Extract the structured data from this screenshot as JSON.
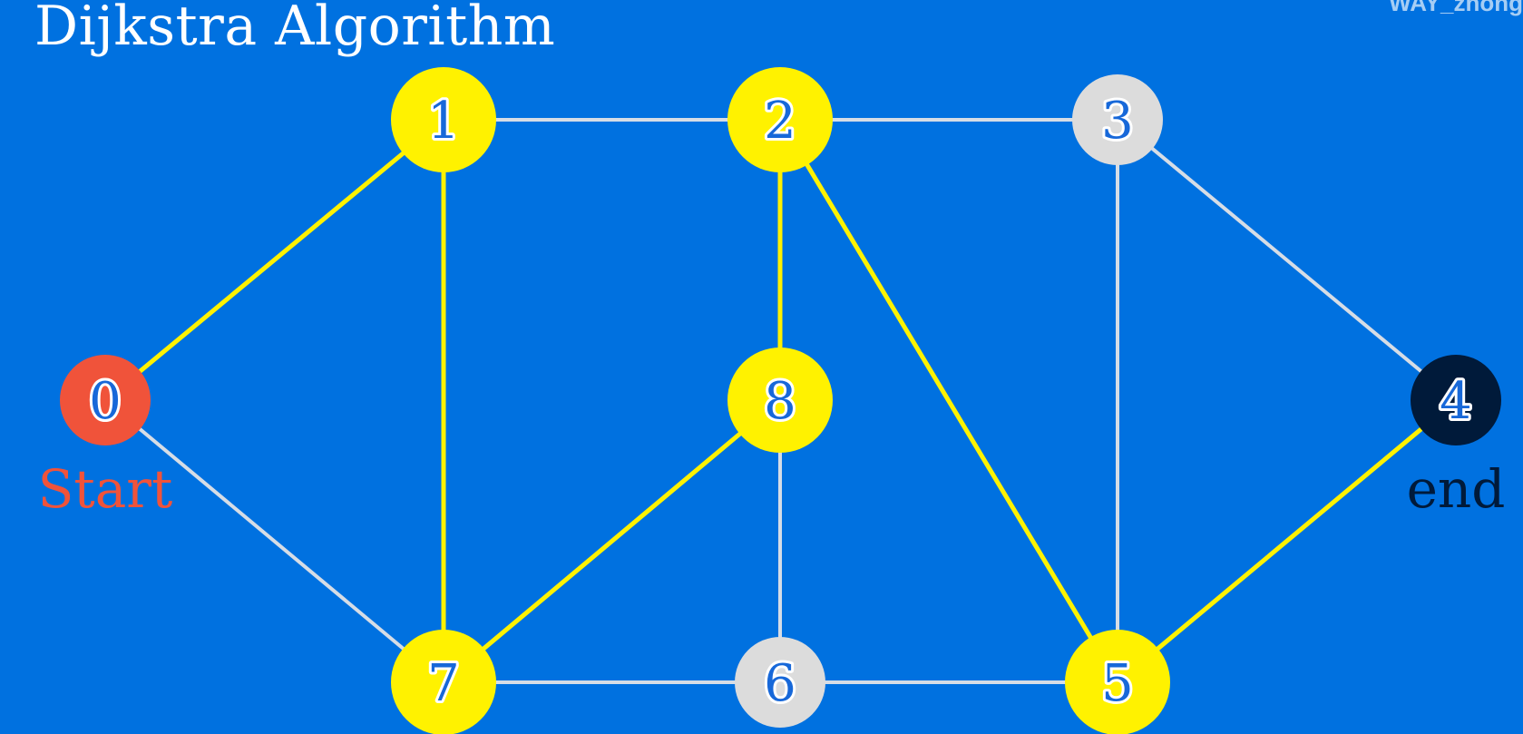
{
  "title": "Dijkstra Algorithm",
  "watermark": "WAY_zhong",
  "colors": {
    "background": "#0071e0",
    "highlight": "#fff200",
    "default_node": "#dcdcdc",
    "default_edge": "#d6dde6",
    "start_node": "#f0533a",
    "end_node": "#001a3a",
    "digit": "#1768d9"
  },
  "graph": {
    "nodes": [
      {
        "id": "0",
        "label": "0",
        "state": "start",
        "tag": "Start"
      },
      {
        "id": "1",
        "label": "1",
        "state": "highlighted"
      },
      {
        "id": "2",
        "label": "2",
        "state": "highlighted"
      },
      {
        "id": "3",
        "label": "3",
        "state": "default"
      },
      {
        "id": "4",
        "label": "4",
        "state": "end",
        "tag": "end"
      },
      {
        "id": "5",
        "label": "5",
        "state": "highlighted"
      },
      {
        "id": "6",
        "label": "6",
        "state": "default"
      },
      {
        "id": "7",
        "label": "7",
        "state": "highlighted"
      },
      {
        "id": "8",
        "label": "8",
        "state": "highlighted"
      }
    ],
    "edges": [
      {
        "from": "0",
        "to": "1",
        "state": "highlighted"
      },
      {
        "from": "0",
        "to": "7",
        "state": "default"
      },
      {
        "from": "1",
        "to": "2",
        "state": "default"
      },
      {
        "from": "1",
        "to": "7",
        "state": "highlighted"
      },
      {
        "from": "2",
        "to": "3",
        "state": "default"
      },
      {
        "from": "2",
        "to": "8",
        "state": "highlighted"
      },
      {
        "from": "2",
        "to": "5",
        "state": "highlighted"
      },
      {
        "from": "3",
        "to": "4",
        "state": "default"
      },
      {
        "from": "3",
        "to": "5",
        "state": "default"
      },
      {
        "from": "4",
        "to": "5",
        "state": "highlighted"
      },
      {
        "from": "8",
        "to": "7",
        "state": "highlighted"
      },
      {
        "from": "8",
        "to": "6",
        "state": "default"
      },
      {
        "from": "7",
        "to": "6",
        "state": "default"
      },
      {
        "from": "6",
        "to": "5",
        "state": "default"
      }
    ]
  }
}
